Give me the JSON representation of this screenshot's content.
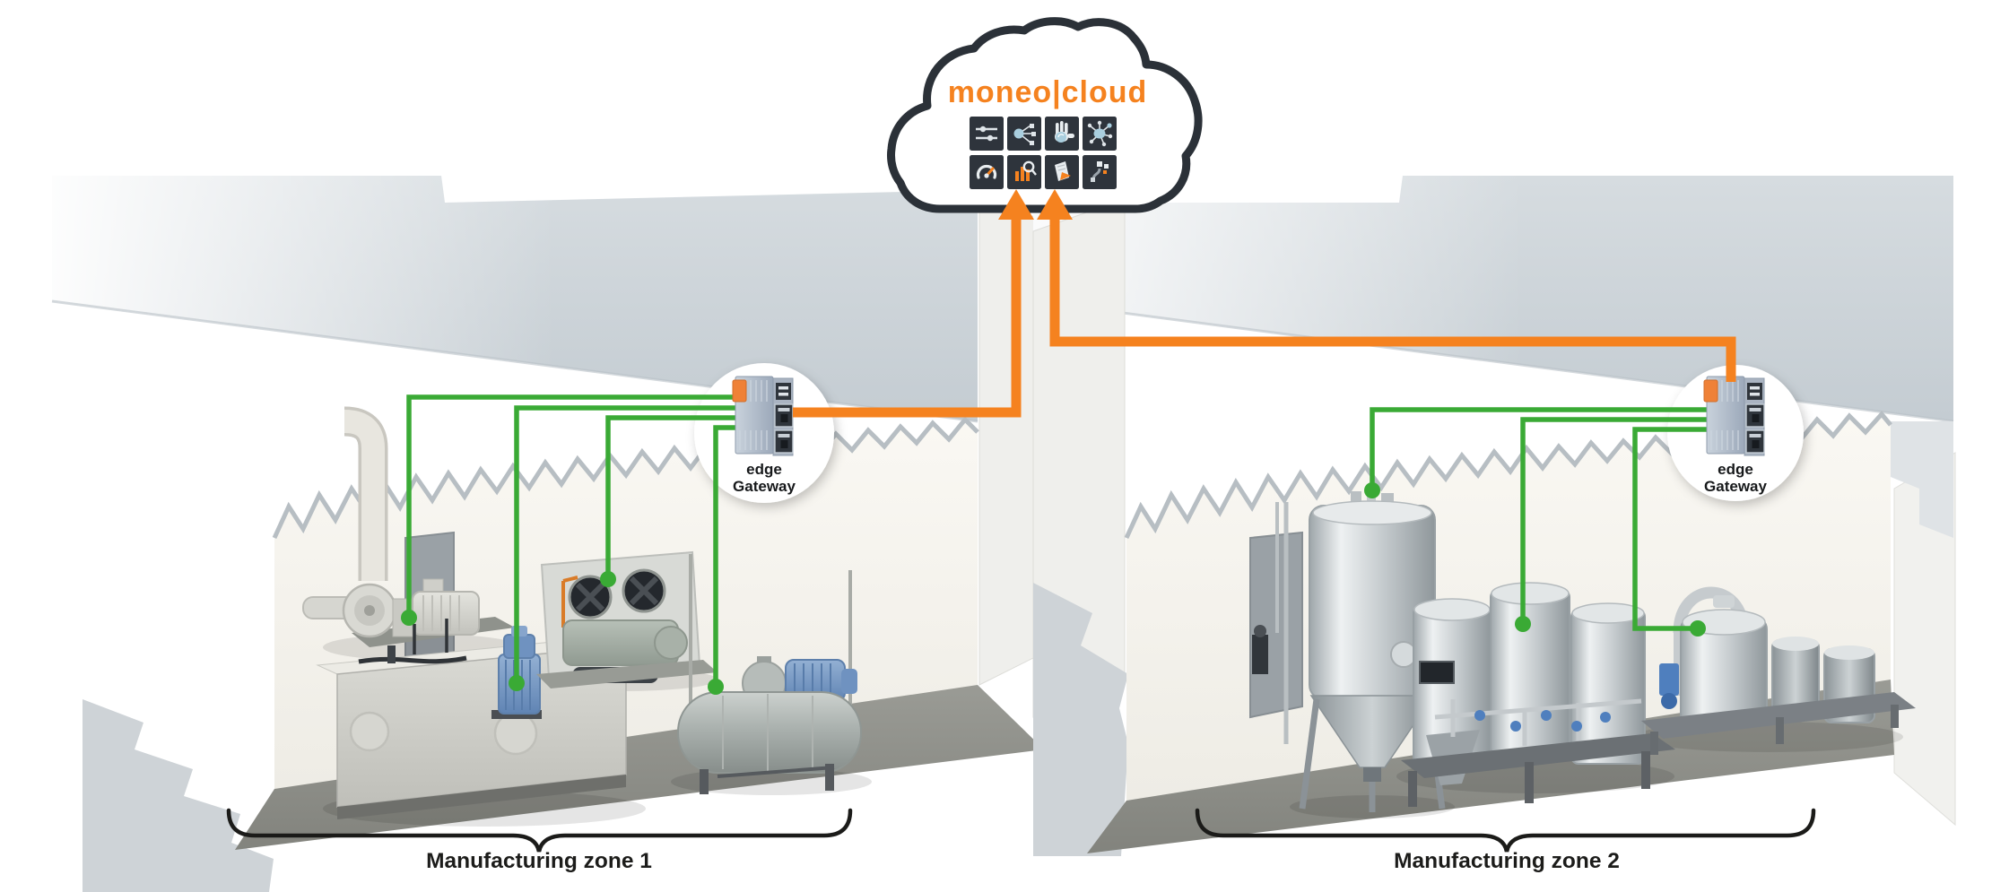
{
  "cloud": {
    "title": "moneo|cloud",
    "app_icons": [
      "sliders-icon",
      "share-icon",
      "hand-touch-icon",
      "network-icon",
      "gauge-icon",
      "chart-search-icon",
      "report-icon",
      "workflow-icon"
    ]
  },
  "gateways": {
    "left": {
      "line1": "edge",
      "line2": "Gateway"
    },
    "right": {
      "line1": "edge",
      "line2": "Gateway"
    }
  },
  "zones": {
    "zone1": {
      "label": "Manufacturing zone 1",
      "machine_icons": [
        "blower-fan-unit",
        "hydraulic-power-unit",
        "chiller-unit",
        "compressor-tank-unit"
      ],
      "green_connections": 4
    },
    "zone2": {
      "label": "Manufacturing zone 2",
      "machine_icons": [
        "fermenter-tank",
        "brewhouse-skid",
        "process-tank-skid"
      ],
      "green_connections": 3
    }
  },
  "colors": {
    "orange": "#F5821F",
    "green": "#3AAA35",
    "cloud_outline": "#2B3138",
    "tile_background": "#2E343C",
    "roof": "#CDD4D9",
    "wall": "#F7F5EF",
    "floor": "#8D8E88"
  }
}
